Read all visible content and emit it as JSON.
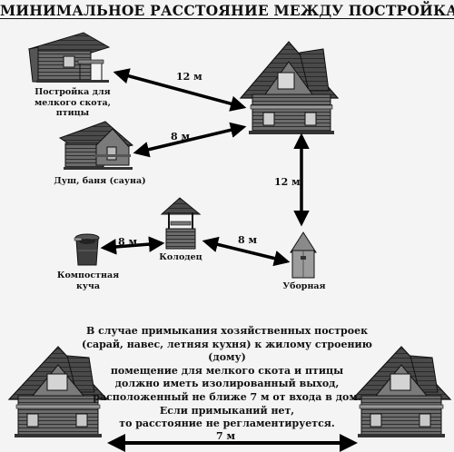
{
  "title": "МИНИМАЛЬНОЕ РАССТОЯНИЕ МЕЖДУ ПОСТРОЙКАМИ",
  "buildings": {
    "livestock": "Постройка для мелкого скота, птицы",
    "bath": "Душ, баня (сауна)",
    "compost": "Компостная куча",
    "well": "Колодец",
    "toilet": "Уборная"
  },
  "distances": {
    "house_livestock": "12 м",
    "house_bath": "8 м",
    "house_toilet": "12 м",
    "compost_well": "8 м",
    "well_toilet": "8 м",
    "house_house": "7 м"
  },
  "note": [
    "В случае примыкания хозяйственных построек",
    "(сарай, навес, летняя кухня) к жилому строению (дому)",
    "помещение для мелкого скота и птицы",
    "должно иметь изолированный выход,",
    "расположенный не ближе 7 м от входа в дом.",
    "Если примыканий нет,",
    "то расстояние не регламентируется."
  ]
}
